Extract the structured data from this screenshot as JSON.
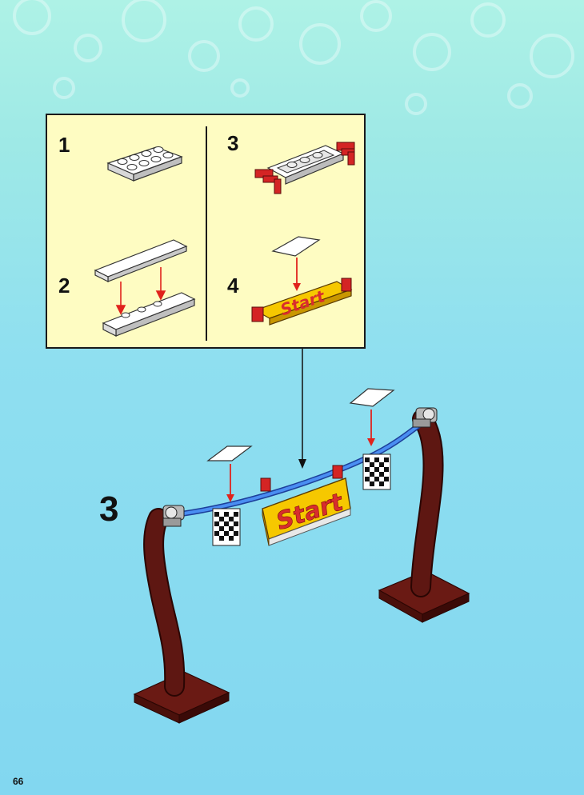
{
  "substeps": [
    {
      "number": "1"
    },
    {
      "number": "2"
    },
    {
      "number": "3"
    },
    {
      "number": "4"
    }
  ],
  "main_step": {
    "number": "3"
  },
  "sign": {
    "text": "Start"
  },
  "page": {
    "number": "66"
  },
  "colors": {
    "panel_bg": "#fefcc2",
    "arch_brown": "#5e1712",
    "rope_blue": "#3f7fe0",
    "arrow_red": "#e0231c",
    "sign_yellow": "#f6c800",
    "sign_red": "#d82d2d"
  }
}
